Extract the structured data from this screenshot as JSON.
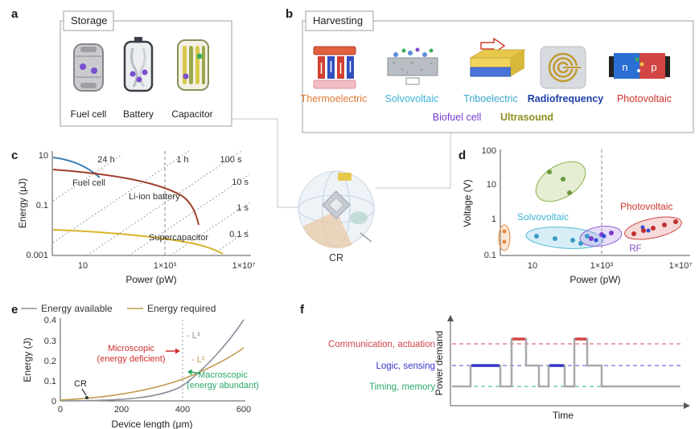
{
  "panel_labels": {
    "a": "a",
    "b": "b",
    "c": "c",
    "d": "d",
    "e": "e",
    "f": "f"
  },
  "storage": {
    "title": "Storage",
    "items": [
      "Fuel cell",
      "Battery",
      "Capacitor"
    ]
  },
  "harvesting": {
    "title": "Harvesting",
    "labels_row1": [
      "Thermoelectric",
      "Solvovoltaic",
      "Triboelectric",
      "Radiofrequency",
      "Photovoltaic"
    ],
    "labels_row2": [
      "Biofuel cell",
      "Ultrasound"
    ],
    "colors": {
      "thermoelectric": "#e07b35",
      "solvovoltaic": "#3cb4d8",
      "triboelectric": "#3aa8cc",
      "radiofrequency": "#1e3fa8",
      "photovoltaic": "#d0342c",
      "biofuel": "#7a3bd0",
      "ultrasound": "#8f8f20"
    }
  },
  "center": {
    "label": "CR"
  },
  "icon_text": {
    "n": "n",
    "p": "p"
  },
  "panel_c": {
    "ylabel": "Energy (μJ)",
    "xlabel": "Power (pW)",
    "y_ticks": [
      "10",
      "0.1",
      "0.001"
    ],
    "x_ticks": [
      "10",
      "1×10³",
      "1×10⁷"
    ],
    "time_contours": [
      "24 h",
      "1 h",
      "100 s",
      "10 s",
      "1 s",
      "0.1 s"
    ],
    "curve_labels": [
      "Fuel cell",
      "Li-ion battery",
      "Supercapacitor"
    ]
  },
  "panel_d": {
    "ylabel": "Voltage (V)",
    "xlabel": "Power (pW)",
    "y_ticks": [
      "100",
      "10",
      "1",
      "0.1"
    ],
    "x_ticks": [
      "10",
      "1×10³",
      "1×10⁷"
    ],
    "cluster_labels": {
      "solvovoltaic": "Solvovoltaic",
      "photovoltaic": "Photovoltaic",
      "rf": "RF"
    }
  },
  "panel_e": {
    "legend": [
      "Energy available",
      "Energy required"
    ],
    "ylabel": "Energy (J)",
    "xlabel": "Device length (μm)",
    "y_ticks": [
      "0.4",
      "0.3",
      "0.2",
      "0.1",
      "0"
    ],
    "x_ticks": [
      "0",
      "200",
      "400",
      "600"
    ],
    "micro_line1": "Microscopic",
    "micro_line2": "(energy deficient)",
    "macro_line1": "Macroscopic",
    "macro_line2": "(energy abundant)",
    "l3_label": "- L³",
    "l2_label": "- L²",
    "cr_label": "CR"
  },
  "panel_f": {
    "ylabel": "Power demand",
    "xlabel": "Time",
    "line_labels": [
      "Communication, actuation",
      "Logic, sensing",
      "Timing, memory"
    ],
    "line_colors": [
      "#d04545",
      "#3535c8",
      "#2aa86a"
    ]
  },
  "chart_data": [
    {
      "id": "c",
      "type": "line",
      "title": "Energy vs power for storage devices",
      "xlabel": "Power (pW)",
      "ylabel": "Energy (μJ)",
      "x_scale": "log",
      "y_scale": "log",
      "xlim": [
        1,
        10000000
      ],
      "ylim": [
        0.001,
        10
      ],
      "series": [
        {
          "name": "Fuel cell",
          "x": [
            1,
            3,
            10,
            30
          ],
          "y": [
            9,
            7,
            4,
            1.5
          ]
        },
        {
          "name": "Li-ion battery",
          "x": [
            1,
            10,
            100,
            1000,
            2000
          ],
          "y": [
            2,
            1.5,
            0.8,
            0.1,
            0.01
          ]
        },
        {
          "name": "Supercapacitor",
          "x": [
            1,
            10,
            100,
            1000,
            5000
          ],
          "y": [
            0.08,
            0.07,
            0.04,
            0.01,
            0.002
          ]
        }
      ],
      "time_contour_labels": [
        "24 h",
        "1 h",
        "100 s",
        "10 s",
        "1 s",
        "0.1 s"
      ],
      "vline_x": 1000,
      "grid": false,
      "legend_position": "inline"
    },
    {
      "id": "d",
      "type": "scatter",
      "xlabel": "Power (pW)",
      "ylabel": "Voltage (V)",
      "x_scale": "log",
      "y_scale": "log",
      "xlim": [
        1,
        10000000
      ],
      "ylim": [
        0.1,
        100
      ],
      "clusters": [
        {
          "name": "(unlabeled orange)",
          "color": "#e08a40",
          "points": [
            [
              1,
              0.45
            ],
            [
              1,
              0.25
            ]
          ]
        },
        {
          "name": "(unlabeled green)",
          "color": "#6a9a3a",
          "points": [
            [
              20,
              35
            ],
            [
              40,
              20
            ],
            [
              60,
              6
            ]
          ]
        },
        {
          "name": "Solvovoltaic",
          "color": "#3cb4d8",
          "points": [
            [
              8,
              0.35
            ],
            [
              40,
              0.3
            ],
            [
              150,
              0.28
            ],
            [
              250,
              0.22
            ],
            [
              400,
              0.35
            ]
          ]
        },
        {
          "name": "RF",
          "color": "#7a3bd0",
          "points": [
            [
              500,
              0.28
            ],
            [
              1000,
              0.35
            ],
            [
              3000,
              0.4
            ]
          ]
        },
        {
          "name": "Photovoltaic",
          "color": "#d0342c",
          "points": [
            [
              5000,
              0.4
            ],
            [
              20000,
              0.5
            ],
            [
              100000,
              0.55
            ],
            [
              1000000,
              0.7
            ],
            [
              5000000,
              0.9
            ]
          ]
        }
      ],
      "vline_x": 1000
    },
    {
      "id": "e",
      "type": "line",
      "xlabel": "Device length (μm)",
      "ylabel": "Energy (J)",
      "xlim": [
        0,
        600
      ],
      "ylim": [
        0,
        0.4
      ],
      "series": [
        {
          "name": "Energy available",
          "scaling": "~L³",
          "x": [
            0,
            100,
            200,
            300,
            400,
            500,
            600
          ],
          "y": [
            0,
            0.001,
            0.008,
            0.03,
            0.09,
            0.22,
            0.4
          ]
        },
        {
          "name": "Energy required",
          "scaling": "~L²",
          "x": [
            0,
            100,
            200,
            300,
            400,
            500,
            600
          ],
          "y": [
            0,
            0.01,
            0.04,
            0.07,
            0.11,
            0.18,
            0.26
          ]
        }
      ],
      "vline_x": 400,
      "marker": {
        "label": "CR",
        "x": 100,
        "y": 0
      }
    },
    {
      "id": "f",
      "type": "line",
      "subtype": "schematic-step",
      "xlabel": "Time",
      "ylabel": "Power demand",
      "levels": [
        {
          "label": "Communication, actuation",
          "color": "#d04545",
          "rank": 3
        },
        {
          "label": "Logic, sensing",
          "color": "#3535c8",
          "rank": 2
        },
        {
          "label": "Timing, memory",
          "color": "#2aa86a",
          "rank": 1
        }
      ]
    }
  ]
}
